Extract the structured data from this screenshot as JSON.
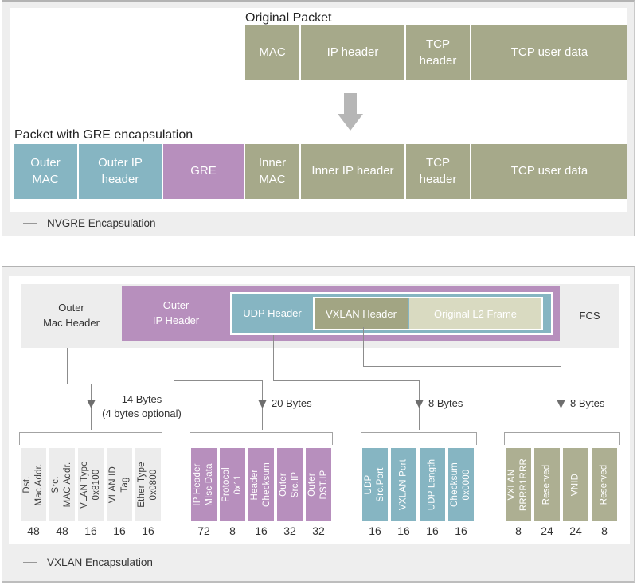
{
  "nvgre": {
    "title": "Original Packet",
    "original_packet": {
      "mac": "MAC",
      "ip_header": "IP header",
      "tcp_header": "TCP\nheader",
      "tcp_user_data": "TCP user data"
    },
    "gre_title": "Packet with GRE encapsulation",
    "gre_packet": {
      "outer_mac": "Outer\nMAC",
      "outer_ip_header": "Outer IP\nheader",
      "gre": "GRE",
      "inner_mac": "Inner\nMAC",
      "inner_ip_header": "Inner IP header",
      "tcp_header": "TCP\nheader",
      "tcp_user_data": "TCP user data"
    },
    "caption": "NVGRE Encapsulation"
  },
  "vxlan": {
    "bar": {
      "outer_mac": "Outer\nMac Header",
      "outer_ip": "Outer\nIP Header",
      "udp": "UDP Header",
      "vxlan_header": "VXLAN Header",
      "l2_frame": "Original L2 Frame",
      "fcs": "FCS"
    },
    "annotations": {
      "mac": "14 Bytes\n(4 bytes optional)",
      "ip": "20 Bytes",
      "udp": "8 Bytes",
      "vxlan": "8 Bytes"
    },
    "groups": {
      "mac": {
        "fields": [
          {
            "label": "Dst.\nMac Addr.",
            "bits": "48"
          },
          {
            "label": "Src.\nMAC Addr.",
            "bits": "48"
          },
          {
            "label": "VLAN Type\n0x8100",
            "bits": "16"
          },
          {
            "label": "VLAN ID\nTag",
            "bits": "16"
          },
          {
            "label": "Ether Type\n0x0800",
            "bits": "16"
          }
        ]
      },
      "ip": {
        "fields": [
          {
            "label": "IP Header\nMIsc Data",
            "bits": "72"
          },
          {
            "label": "Protocol\n0x11",
            "bits": "8"
          },
          {
            "label": "Header\nChecksum",
            "bits": "16"
          },
          {
            "label": "Outer\nSrc.IP",
            "bits": "32"
          },
          {
            "label": "Outer\nDST.IP",
            "bits": "32"
          }
        ]
      },
      "udp": {
        "fields": [
          {
            "label": "UDP\nSrc.Port",
            "bits": "16"
          },
          {
            "label": "VXLAN Port",
            "bits": "16"
          },
          {
            "label": "UDP Length",
            "bits": "16"
          },
          {
            "label": "Checksum\n0x0000",
            "bits": "16"
          }
        ]
      },
      "vxlan": {
        "fields": [
          {
            "label": "VXLAN\nRRRR1RRR",
            "bits": "8"
          },
          {
            "label": "Reserved",
            "bits": "24"
          },
          {
            "label": "VNID",
            "bits": "24"
          },
          {
            "label": "Reserved",
            "bits": "8"
          }
        ]
      }
    },
    "caption": "VXLAN Encapsulation"
  }
}
